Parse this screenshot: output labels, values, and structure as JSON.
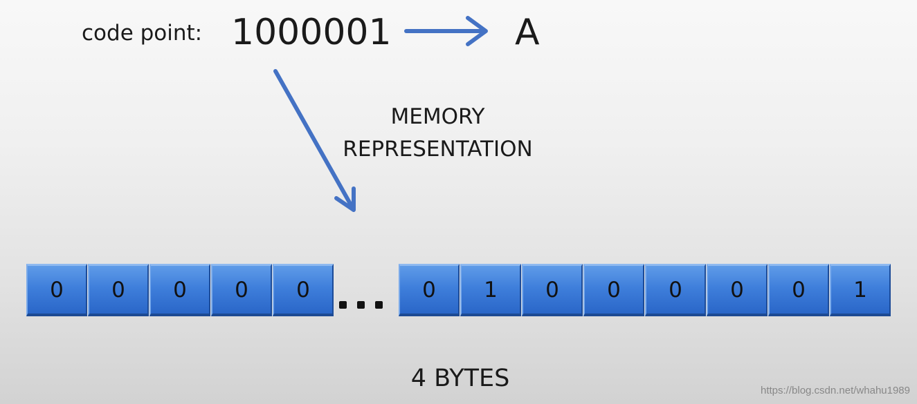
{
  "code_point": {
    "label": "code point:",
    "value": "1000001",
    "character": "A"
  },
  "memory": {
    "label_line1": "MEMORY",
    "label_line2": "REPRESENTATION"
  },
  "bits": {
    "left": [
      "0",
      "0",
      "0",
      "0",
      "0"
    ],
    "right": [
      "0",
      "1",
      "0",
      "0",
      "0",
      "0",
      "0",
      "1"
    ]
  },
  "size_label": "4 BYTES",
  "watermark": "https://blog.csdn.net/whahu1989",
  "colors": {
    "cell_fill": "#3f7fdb",
    "arrow": "#4472c4",
    "text": "#1a1a1a"
  }
}
